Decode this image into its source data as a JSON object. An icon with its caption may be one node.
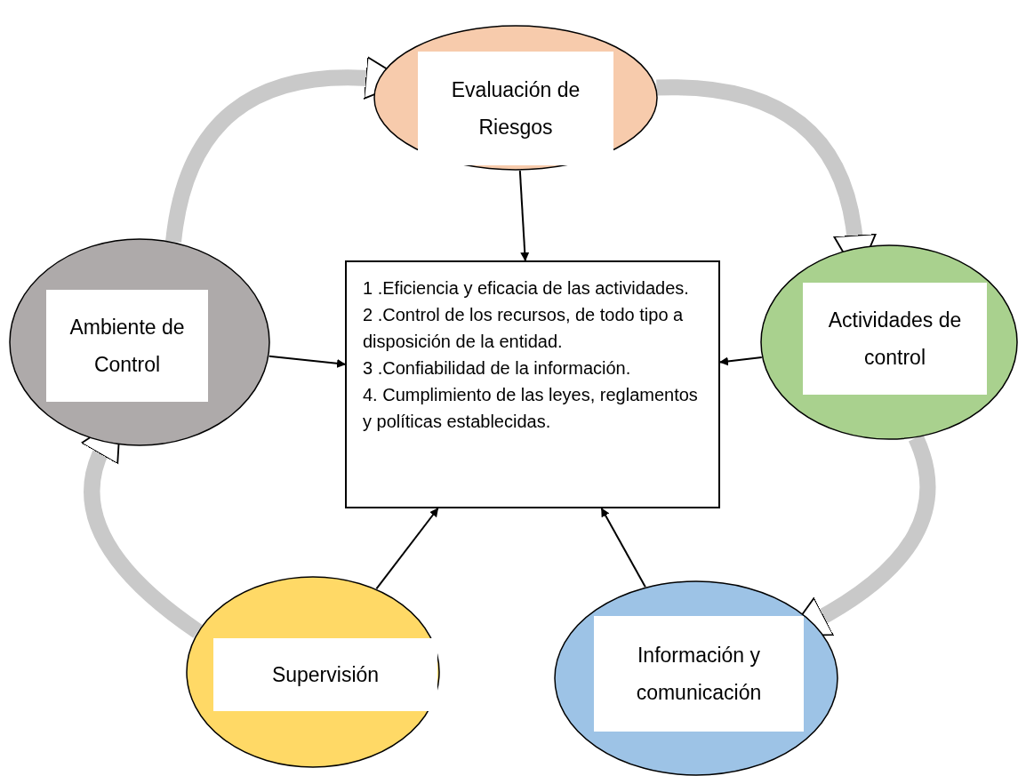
{
  "diagram": {
    "nodes": [
      {
        "text": [
          "Evaluación de Riesgos"
        ]
      },
      {
        "text": [
          "Ambiente de Control"
        ]
      },
      {
        "text": [
          "1 .Eficiencia y eficacia de las actividades.",
          "2 .Control de los recursos, de todo tipo a disposición de la entidad.",
          "3 .Confiabilidad de la información.",
          "4. Cumplimiento de las leyes, reglamentos y políticas establecidas."
        ]
      },
      {
        "text": [
          "Actividades de control"
        ]
      },
      {
        "text": [
          "Supervisión"
        ]
      },
      {
        "text": [
          "Información y comunicación"
        ]
      }
    ],
    "edges": [
      {
        "from": 0,
        "to": 2,
        "arrow": "to"
      },
      {
        "from": 1,
        "to": 2,
        "arrow": "to"
      },
      {
        "from": 3,
        "to": 2,
        "arrow": "to"
      },
      {
        "from": 4,
        "to": 2,
        "arrow": "to"
      },
      {
        "from": 5,
        "to": 2,
        "arrow": "to"
      },
      {
        "from": 1,
        "to": 0,
        "arrow": "to",
        "style": "thick",
        "color": "#c9c9c9"
      },
      {
        "from": 0,
        "to": 3,
        "arrow": "to",
        "style": "thick",
        "color": "#c9c9c9"
      },
      {
        "from": 3,
        "to": 5,
        "arrow": "to",
        "style": "thick",
        "color": "#c9c9c9"
      },
      {
        "from": 4,
        "to": 1,
        "arrow": "to",
        "style": "thick",
        "color": "#c9c9c9"
      }
    ]
  }
}
